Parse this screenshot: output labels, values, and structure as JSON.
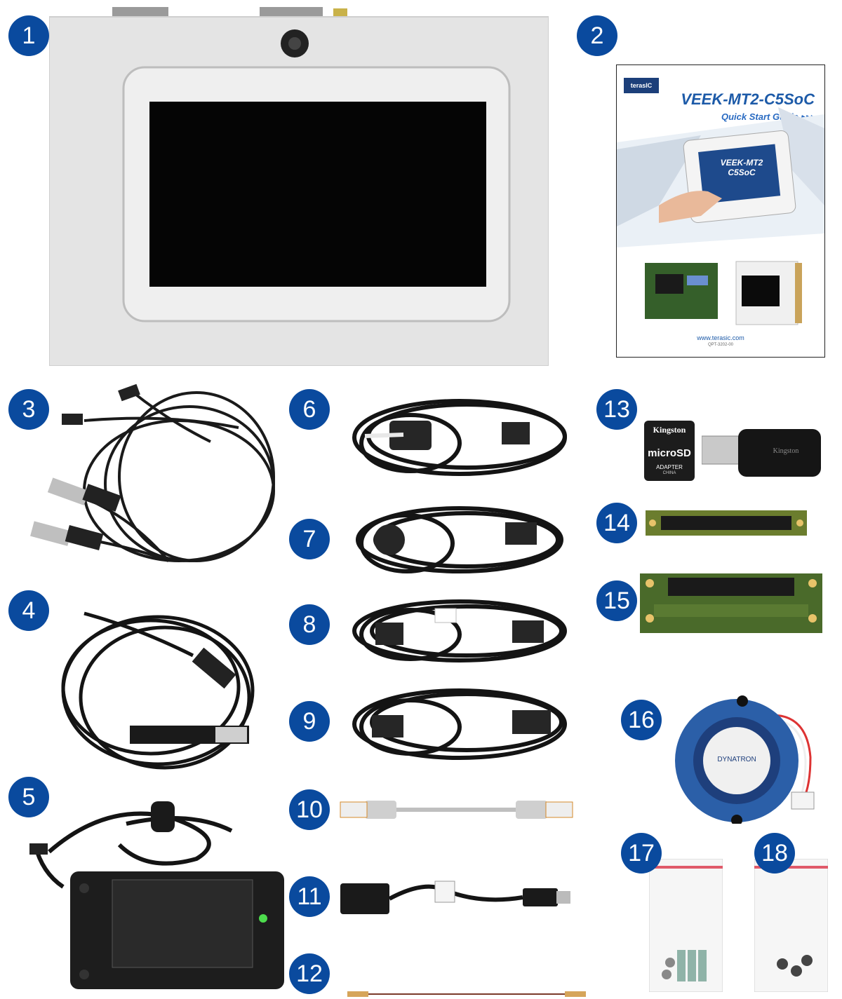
{
  "badges": [
    "1",
    "2",
    "3",
    "4",
    "5",
    "6",
    "7",
    "8",
    "9",
    "10",
    "11",
    "12",
    "13",
    "14",
    "15",
    "16",
    "17",
    "18"
  ],
  "guide": {
    "brand": "terasIC",
    "title": "VEEK-MT2-C5SoC",
    "subtitle": "Quick Start Guide ▸▸▸",
    "screen_text": "VEEK-MT2 C5SoC",
    "website": "www.terasic.com",
    "code": "QPT-3202-00"
  },
  "sd_card": {
    "brand": "Kingston",
    "label": "microSD",
    "sub": "ADAPTER",
    "origin": "CHINA"
  },
  "reader_brand": "Kingston",
  "fan_label": "DYNATRON",
  "colors": {
    "badge": "#0a4a9e",
    "cable": "#1a1a1a",
    "device": "#e6e6e6",
    "pcb": "#3e6b2a"
  }
}
